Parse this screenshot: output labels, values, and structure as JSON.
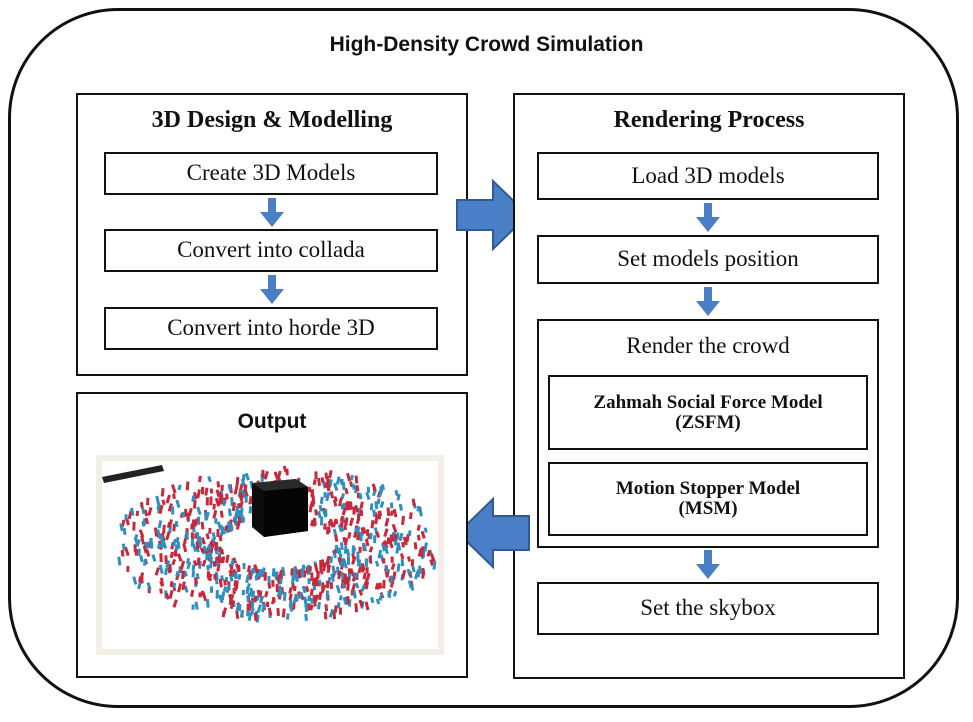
{
  "title": "High-Density Crowd Simulation",
  "design_panel": {
    "title": "3D Design & Modelling",
    "steps": [
      "Create 3D Models",
      "Convert into collada",
      "Convert into horde 3D"
    ]
  },
  "render_panel": {
    "title": "Rendering Process",
    "steps": [
      "Load 3D models",
      "Set models position"
    ],
    "crowd_group": {
      "title": "Render the crowd",
      "models": [
        {
          "line1": "Zahmah Social Force Model",
          "line2": "(ZSFM)"
        },
        {
          "line1": "Motion Stopper Model",
          "line2": "(MSM)"
        }
      ]
    },
    "final_step": "Set the skybox"
  },
  "output_panel": {
    "title": "Output"
  },
  "colors": {
    "arrow_blue": "#4a7ec6",
    "arrow_outline": "#2f5a95",
    "crowd_red": "#c8283a",
    "crowd_blue": "#2f8fc0",
    "kaaba": "#111111"
  }
}
